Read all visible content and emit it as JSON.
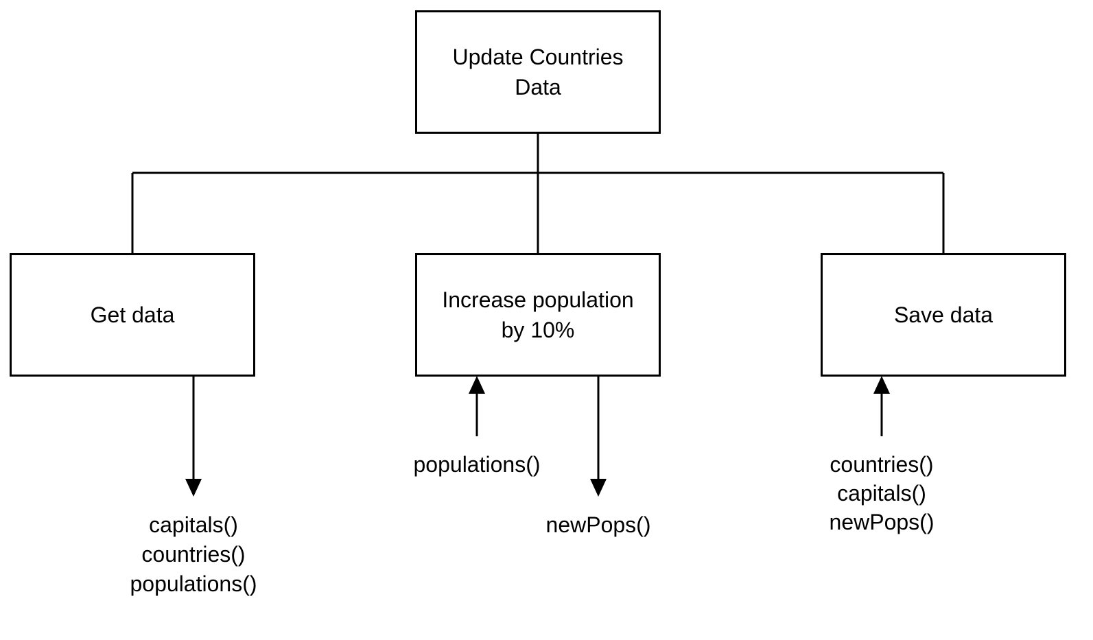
{
  "nodes": {
    "root": {
      "lines": [
        "Update Countries",
        "Data"
      ]
    },
    "get_data": {
      "lines": [
        "Get data"
      ]
    },
    "increase": {
      "lines": [
        "Increase population",
        "by 10%"
      ]
    },
    "save_data": {
      "lines": [
        "Save data"
      ]
    }
  },
  "flows": {
    "get_data_out": [
      "capitals()",
      "countries()",
      "populations()"
    ],
    "increase_in": [
      "populations()"
    ],
    "increase_out": [
      "newPops()"
    ],
    "save_data_in": [
      "countries()",
      "capitals()",
      "newPops()"
    ]
  }
}
